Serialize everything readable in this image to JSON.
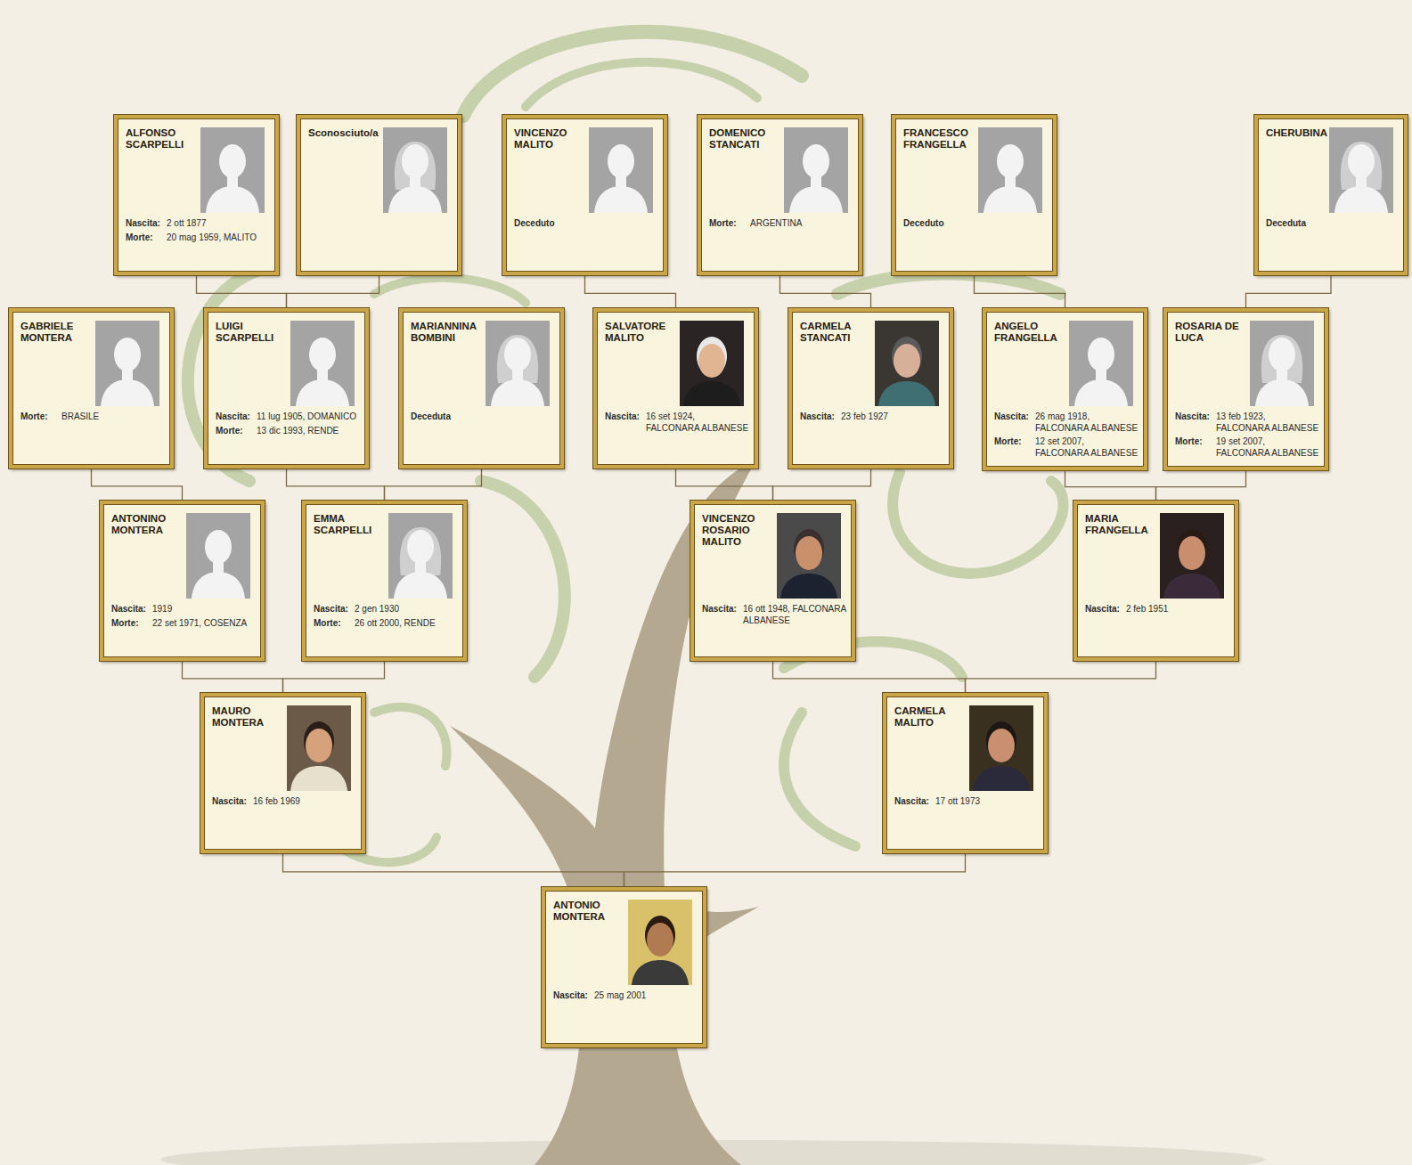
{
  "diagram": {
    "nodes": [
      {
        "text": [
          "ALFONSO SCARPELLI",
          "Nascita:",
          "2 ott 1877",
          "Morte:",
          "20 mag 1959, MALITO"
        ]
      },
      {
        "text": [
          "Sconosciuto/a"
        ]
      },
      {
        "text": [
          "VINCENZO MALITO",
          "Deceduto"
        ]
      },
      {
        "text": [
          "DOMENICO STANCATI",
          "Morte:",
          "ARGENTINA"
        ]
      },
      {
        "text": [
          "FRANCESCO FRANGELLA",
          "Deceduto"
        ]
      },
      {
        "text": [
          "CHERUBINA",
          "Deceduta"
        ]
      },
      {
        "text": [
          "GABRIELE MONTERA",
          "Morte:",
          "BRASILE"
        ]
      },
      {
        "text": [
          "LUIGI SCARPELLI",
          "Nascita:",
          "11 lug 1905, DOMANICO",
          "Morte:",
          "13 dic 1993, RENDE"
        ]
      },
      {
        "text": [
          "MARIANNINA BOMBINI",
          "Deceduta"
        ]
      },
      {
        "text": [
          "SALVATORE MALITO",
          "Nascita:",
          "16 set 1924, FALCONARA ALBANESE"
        ]
      },
      {
        "text": [
          "CARMELA STANCATI",
          "Nascita:",
          "23 feb 1927"
        ]
      },
      {
        "text": [
          "ANGELO FRANGELLA",
          "Nascita:",
          "26 mag 1918, FALCONARA ALBANESE",
          "Morte:",
          "12 set 2007, FALCONARA ALBANESE"
        ]
      },
      {
        "text": [
          "ROSARIA DE LUCA",
          "Nascita:",
          "13 feb 1923, FALCONARA ALBANESE",
          "Morte:",
          "19 set 2007, FALCONARA ALBANESE"
        ]
      },
      {
        "text": [
          "ANTONINO MONTERA",
          "Nascita:",
          "1919",
          "Morte:",
          "22 set 1971, COSENZA"
        ]
      },
      {
        "text": [
          "EMMA SCARPELLI",
          "Nascita:",
          "2 gen 1930",
          "Morte:",
          "26 ott 2000, RENDE"
        ]
      },
      {
        "text": [
          "VINCENZO ROSARIO MALITO",
          "Nascita:",
          "16 ott 1948, FALCONARA ALBANESE"
        ]
      },
      {
        "text": [
          "MARIA FRANGELLA",
          "Nascita:",
          "2 feb 1951"
        ]
      },
      {
        "text": [
          "MAURO MONTERA",
          "Nascita:",
          "16 feb 1969"
        ]
      },
      {
        "text": [
          "CARMELA MALITO",
          "Nascita:",
          "17 ott 1973"
        ]
      },
      {
        "text": [
          "ANTONIO MONTERA",
          "Nascita:",
          "25 mag 2001"
        ]
      }
    ],
    "edges": [
      {
        "from": 0,
        "to": 7,
        "arrow": "none"
      },
      {
        "from": 1,
        "to": 7,
        "arrow": "none"
      },
      {
        "from": 2,
        "to": 9,
        "arrow": "none"
      },
      {
        "from": 3,
        "to": 10,
        "arrow": "none"
      },
      {
        "from": 4,
        "to": 11,
        "arrow": "none"
      },
      {
        "from": 5,
        "to": 12,
        "arrow": "none"
      },
      {
        "from": 6,
        "to": 13,
        "arrow": "none"
      },
      {
        "from": 7,
        "to": 14,
        "arrow": "none"
      },
      {
        "from": 8,
        "to": 14,
        "arrow": "none"
      },
      {
        "from": 9,
        "to": 15,
        "arrow": "none"
      },
      {
        "from": 10,
        "to": 15,
        "arrow": "none"
      },
      {
        "from": 11,
        "to": 16,
        "arrow": "none"
      },
      {
        "from": 12,
        "to": 16,
        "arrow": "none"
      },
      {
        "from": 13,
        "to": 17,
        "arrow": "none"
      },
      {
        "from": 14,
        "to": 17,
        "arrow": "none"
      },
      {
        "from": 15,
        "to": 18,
        "arrow": "none"
      },
      {
        "from": 16,
        "to": 18,
        "arrow": "none"
      },
      {
        "from": 17,
        "to": 19,
        "arrow": "none"
      },
      {
        "from": 18,
        "to": 19,
        "arrow": "none"
      }
    ]
  }
}
